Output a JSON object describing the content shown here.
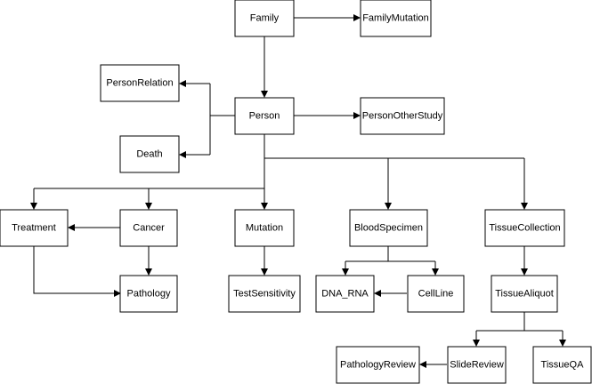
{
  "diagram": {
    "nodes": {
      "family": "Family",
      "family_mutation": "FamilyMutation",
      "person_relation": "PersonRelation",
      "person": "Person",
      "person_other_study": "PersonOtherStudy",
      "death": "Death",
      "treatment": "Treatment",
      "cancer": "Cancer",
      "mutation": "Mutation",
      "blood_specimen": "BloodSpecimen",
      "tissue_collection": "TissueCollection",
      "pathology": "Pathology",
      "test_sensitivity": "TestSensitivity",
      "dna_rna": "DNA_RNA",
      "cell_line": "CellLine",
      "tissue_aliquot": "TissueAliquot",
      "pathology_review": "PathologyReview",
      "slide_review": "SlideReview",
      "tissue_qa": "TissueQA"
    },
    "edges": [
      [
        "family",
        "family_mutation"
      ],
      [
        "family",
        "person"
      ],
      [
        "person",
        "person_other_study"
      ],
      [
        "person",
        "person_relation"
      ],
      [
        "person",
        "death"
      ],
      [
        "person",
        "treatment"
      ],
      [
        "person",
        "cancer"
      ],
      [
        "person",
        "mutation"
      ],
      [
        "person",
        "blood_specimen"
      ],
      [
        "person",
        "tissue_collection"
      ],
      [
        "cancer",
        "treatment"
      ],
      [
        "cancer",
        "pathology"
      ],
      [
        "treatment",
        "pathology"
      ],
      [
        "mutation",
        "test_sensitivity"
      ],
      [
        "blood_specimen",
        "dna_rna"
      ],
      [
        "blood_specimen",
        "cell_line"
      ],
      [
        "cell_line",
        "dna_rna"
      ],
      [
        "tissue_collection",
        "tissue_aliquot"
      ],
      [
        "tissue_aliquot",
        "slide_review"
      ],
      [
        "tissue_aliquot",
        "tissue_qa"
      ],
      [
        "slide_review",
        "pathology_review"
      ]
    ]
  }
}
